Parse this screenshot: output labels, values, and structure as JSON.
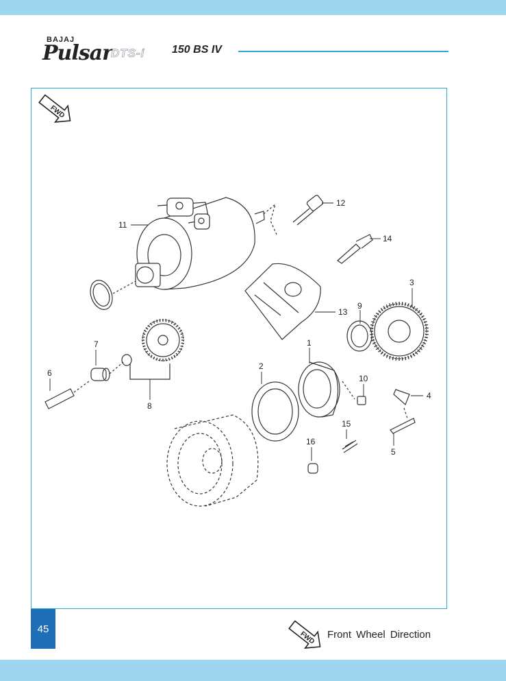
{
  "header": {
    "brand_small": "BAJAJ",
    "brand_main": "Pulsar",
    "brand_variant": "DTS-i",
    "model": "150 BS IV"
  },
  "page": {
    "number": "45"
  },
  "fwd_badge": {
    "text": "FWD",
    "icon": "fwd-arrow-icon"
  },
  "legend": {
    "text": "Front Wheel Direction"
  },
  "callouts": [
    "11",
    "12",
    "14",
    "3",
    "13",
    "9",
    "7",
    "1",
    "2",
    "10",
    "6",
    "4",
    "8",
    "15",
    "5",
    "16"
  ],
  "colors": {
    "accent": "#2aa7d8",
    "band": "#9ed6ef",
    "page_badge": "#1e6fb6"
  }
}
